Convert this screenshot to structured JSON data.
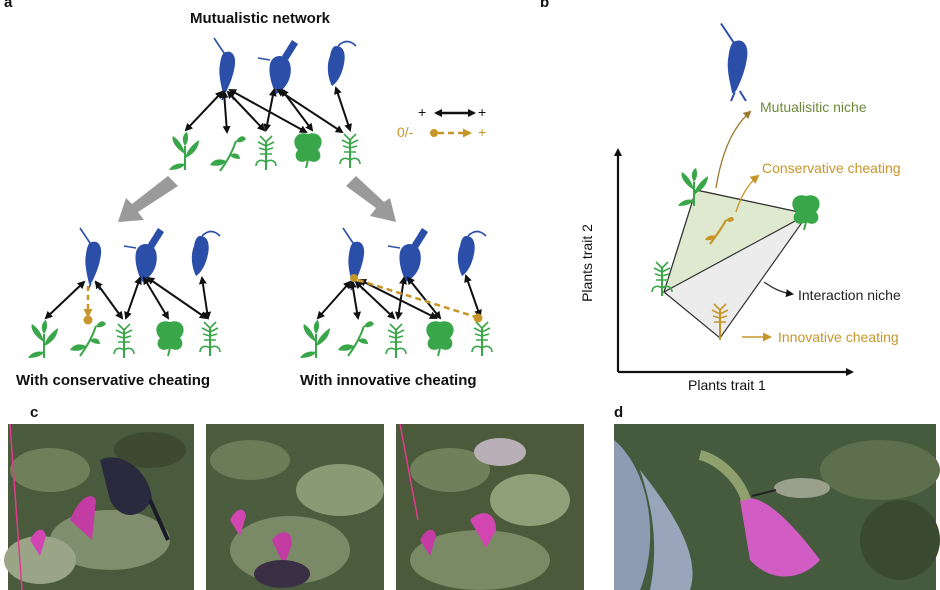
{
  "panel_a": {
    "letter": "a",
    "title": "Mutualistic network",
    "left_caption": "With conservative cheating",
    "right_caption": "With innovative cheating",
    "legend": {
      "mutualism_left": "+",
      "mutualism_right": "+",
      "cheating_left": "0/-",
      "cheating_right": "+"
    }
  },
  "panel_b": {
    "letter": "b",
    "y_axis_label": "Plants trait 2",
    "x_axis_label": "Plants trait 1",
    "labels": {
      "mutualistic_niche": "Mutualisitic niche",
      "conservative_cheating": "Conservative cheating",
      "interaction_niche": "Interaction niche",
      "innovative_cheating": "Innovative cheating"
    }
  },
  "panel_c": {
    "letter": "c"
  },
  "panel_d": {
    "letter": "d"
  },
  "colors": {
    "bird_blue": "#2b4fa8",
    "plant_green": "#3aa64a",
    "cheat_gold": "#c7962a",
    "niche_green": "#6d8a3a",
    "arrow_gray": "#9a9a9a"
  }
}
